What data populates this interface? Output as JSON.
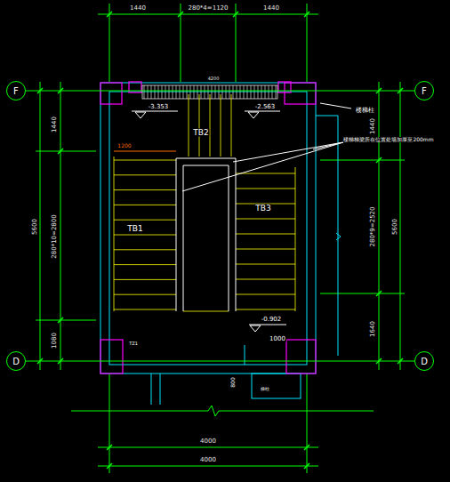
{
  "diagram": {
    "nodes": [
      {
        "text": [
          "F"
        ]
      },
      {
        "text": [
          "F"
        ]
      },
      {
        "text": [
          "D"
        ]
      },
      {
        "text": [
          "D"
        ]
      }
    ],
    "edges": [
      {
        "from": 0,
        "to": 1,
        "arrow": "none"
      },
      {
        "from": 2,
        "to": 3,
        "arrow": "none"
      }
    ],
    "labels": [
      "1440",
      "280*4=1120",
      "1440",
      "4200",
      "-3.353",
      "-2.563",
      "TB2",
      "楼梯柱",
      "楼梯梯梁所在位置处墙加厚至200mm",
      "1200",
      "TB1",
      "TB3",
      "-0.902",
      "1000",
      "TZ1",
      "800",
      "梯柱",
      "4000",
      "4000",
      "5600",
      "1440",
      "280*10=2800",
      "1080",
      "5600",
      "1440",
      "280*9=2520",
      "1640"
    ]
  }
}
